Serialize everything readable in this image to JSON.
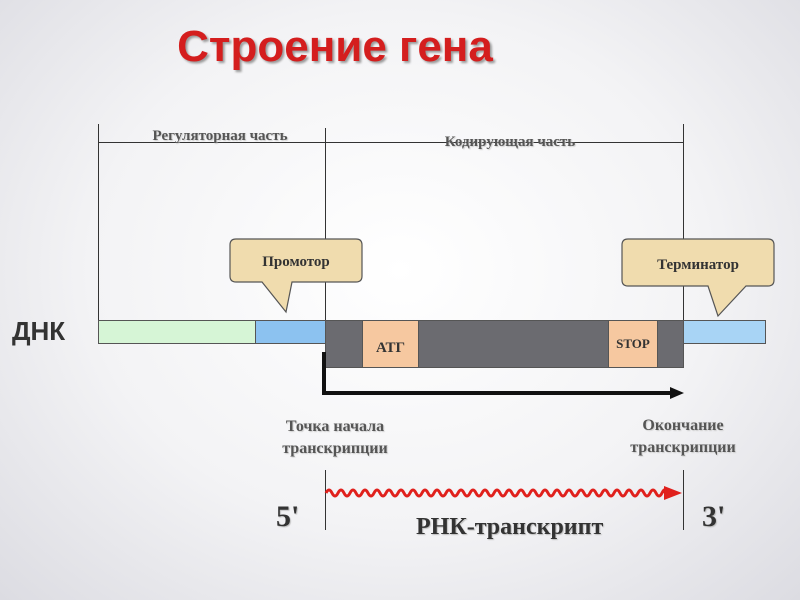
{
  "title": "Строение гена",
  "regions": {
    "regulatory": "Регуляторная часть",
    "coding": "Кодирующая часть"
  },
  "dna_label": "ДНК",
  "callouts": {
    "promoter": "Промотор",
    "terminator": "Терминатор"
  },
  "codons": {
    "start": "АТГ",
    "stop": "STOP"
  },
  "transcription": {
    "start": "Точка начала транскрипции",
    "end": "Окончание транскрипции"
  },
  "rna": {
    "five_prime": "5'",
    "three_prime": "3'",
    "label": "РНК-транскрипт"
  },
  "colors": {
    "title": "#d41e1e",
    "regulatory_segment": "#d6f5d6",
    "promoter_segment": "#8cc2f0",
    "coding_segment": "#6b6b70",
    "codon_box": "#f6c8a0",
    "terminator_segment": "#a8d4f5",
    "callout_fill": "#f0dcae",
    "rna_wave": "#e0201c"
  }
}
